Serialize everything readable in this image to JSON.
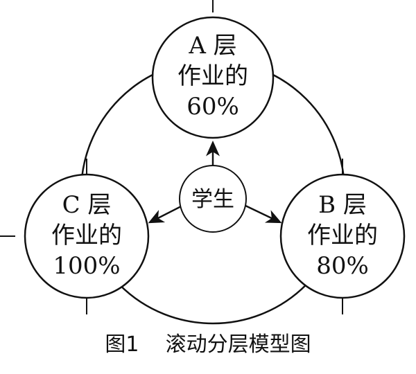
{
  "nodes": {
    "a": {
      "line1": "A 层",
      "line2": "作业的",
      "line3": "60%"
    },
    "b": {
      "line1": "B 层",
      "line2": "作业的",
      "line3": "80%"
    },
    "c": {
      "line1": "C 层",
      "line2": "作业的",
      "line3": "100%"
    }
  },
  "center": {
    "label": "学生"
  },
  "caption": {
    "figure": "图1",
    "title": "滚动分层模型图"
  },
  "colors": {
    "stroke": "#111111",
    "background": "#ffffff"
  }
}
